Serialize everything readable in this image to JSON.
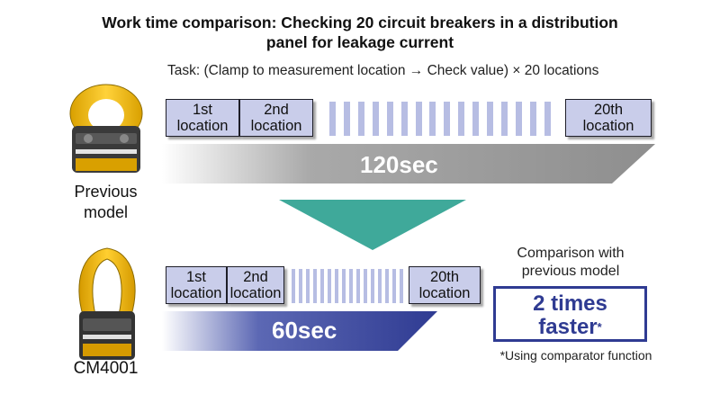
{
  "title": {
    "line1": "Work time comparison: Checking 20 circuit breakers in a distribution",
    "line2": "panel for leakage current"
  },
  "task": "Task: (Clamp to measurement location → Check value) × 20 locations",
  "previous": {
    "device_label_line1": "Previous",
    "device_label_line2": "model",
    "loc1": [
      "1st",
      "location"
    ],
    "loc2": [
      "2nd",
      "location"
    ],
    "loc20": [
      "20th",
      "location"
    ],
    "time": "120sec",
    "bar_color": "#9a9a9a"
  },
  "current": {
    "device_label": "CM4001",
    "loc1": [
      "1st",
      "location"
    ],
    "loc2": [
      "2nd",
      "location"
    ],
    "loc20": [
      "20th",
      "location"
    ],
    "time": "60sec",
    "bar_color": "#3d4aa0"
  },
  "comparison": {
    "heading_line1": "Comparison with",
    "heading_line2": "previous model",
    "result_line1": "2 times",
    "result_line2": "faster",
    "asterisk": "*",
    "footnote": "*Using comparator function"
  },
  "colors": {
    "arrow": "#3fa99a",
    "box_fill": "#c9cdea",
    "accent": "#2f3b92"
  }
}
